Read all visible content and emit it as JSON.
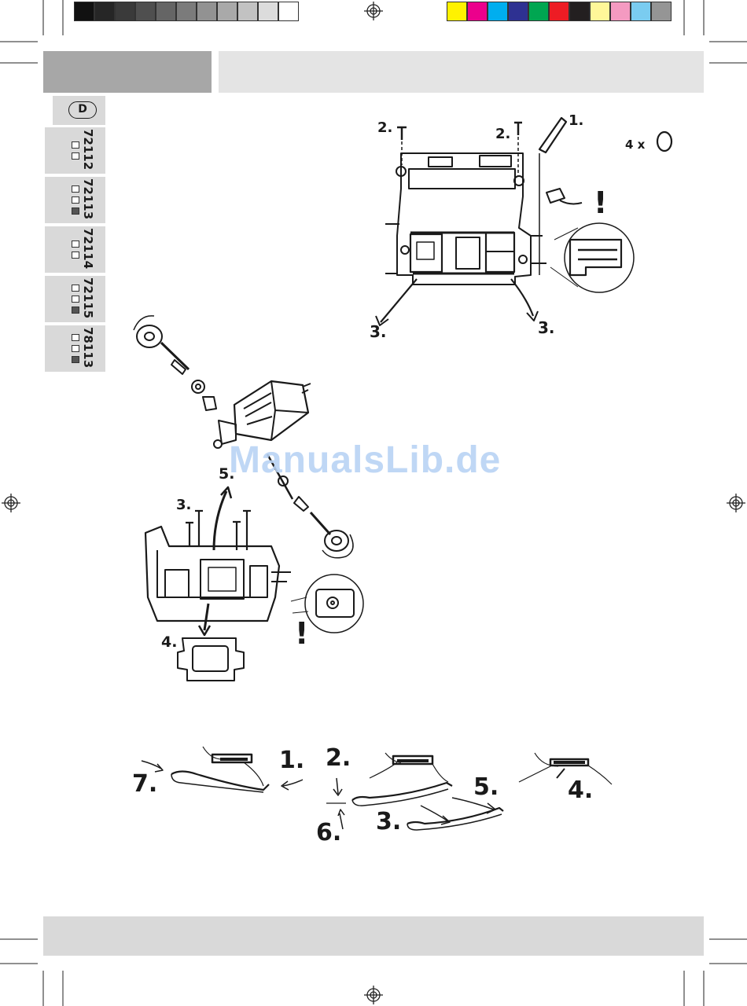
{
  "color_bar": {
    "grays": [
      "#111111",
      "#262626",
      "#3a3a3a",
      "#4f4f4f",
      "#656565",
      "#7b7b7b",
      "#929292",
      "#a9a9a9",
      "#c2c2c2",
      "#dcdcdc",
      "#ffffff"
    ],
    "colors": [
      "#fff200",
      "#ec008c",
      "#00aeef",
      "#2e3192",
      "#00a651",
      "#ed1c24",
      "#231f20",
      "#fff799",
      "#f49ac1",
      "#7accf0",
      "#959595"
    ]
  },
  "header": {
    "left_fill": "#a7a7a7",
    "right_fill": "#e4e4e4"
  },
  "language_badge": "D",
  "model_tabs": [
    {
      "number": "72112"
    },
    {
      "number": "72113"
    },
    {
      "number": "72114"
    },
    {
      "number": "72115"
    },
    {
      "number": "78113"
    }
  ],
  "figure_top": {
    "labels": {
      "step_1": "1.",
      "step_2a": "2.",
      "step_2b": "2.",
      "step_3a": "3.",
      "step_3b": "3.",
      "qty": "4 x"
    },
    "warning": "!"
  },
  "figure_left": {
    "labels": {
      "step_3": "3.",
      "step_4": "4.",
      "step_5": "5."
    },
    "warning": "!"
  },
  "figure_bottom": {
    "labels": {
      "step_1": "1.",
      "step_2": "2.",
      "step_3": "3.",
      "step_4": "4.",
      "step_5": "5.",
      "step_6": "6.",
      "step_7": "7."
    }
  },
  "watermark": "ManualsLib.de",
  "footer": {
    "fill": "#d9d9d9"
  }
}
